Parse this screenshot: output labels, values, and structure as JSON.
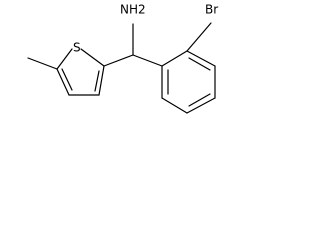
{
  "molecule": {
    "atoms": {
      "amine": "NH2",
      "bromine": "Br",
      "sulfur": "S"
    }
  }
}
